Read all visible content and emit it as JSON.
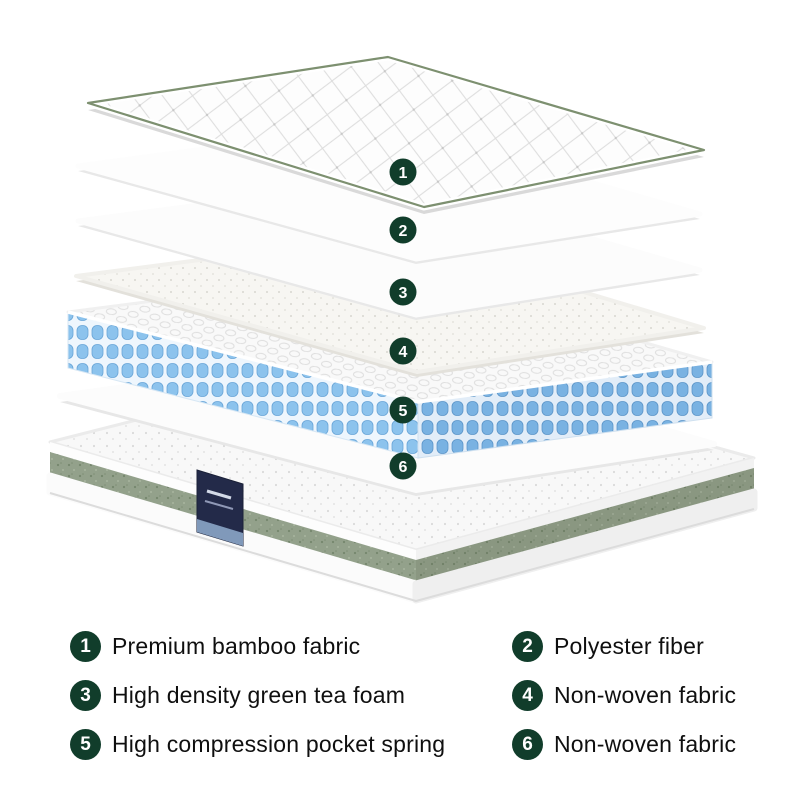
{
  "legend": {
    "circle_color": "#113d2b",
    "text_color": "#0f0f0f",
    "items": [
      {
        "num": "1",
        "label": "Premium bamboo fabric"
      },
      {
        "num": "2",
        "label": "Polyester fiber"
      },
      {
        "num": "3",
        "label": "High density green tea foam"
      },
      {
        "num": "4",
        "label": "Non-woven fabric"
      },
      {
        "num": "5",
        "label": "High compression pocket spring"
      },
      {
        "num": "6",
        "label": "Non-woven fabric"
      }
    ]
  },
  "diagram": {
    "colors": {
      "spring_blue": "#8cc3ed",
      "spring_blue_shaded": "#79b2e2",
      "green_band": "#93a18b",
      "quilt_trim_green": "#7d9070",
      "marker_green": "#113d2b"
    }
  }
}
